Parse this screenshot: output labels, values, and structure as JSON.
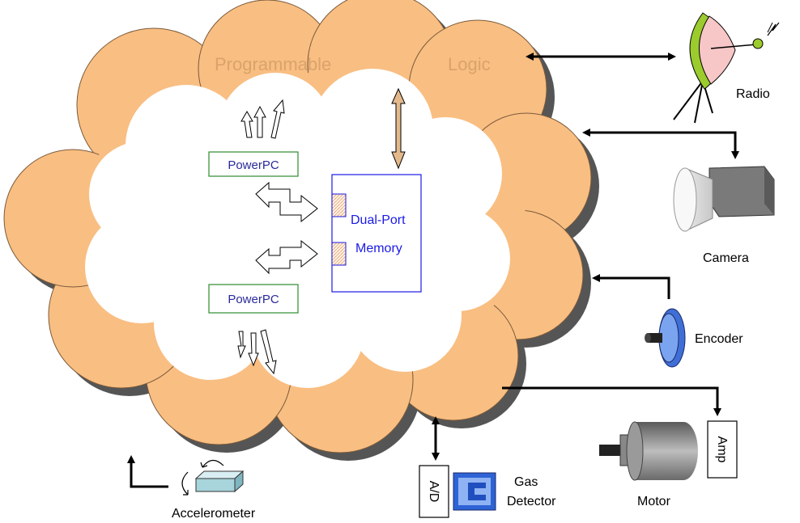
{
  "cloud": {
    "label_left": "Programmable",
    "label_right": "Logic",
    "fill": "#F9BE82",
    "label_color": "#D9A36B"
  },
  "blocks": {
    "powerpc_top": "PowerPC",
    "powerpc_bottom": "PowerPC",
    "memory_line1": "Dual-Port",
    "memory_line2": "Memory",
    "powerpc_color": "#2E8B2E",
    "memory_color": "#1A1AE6"
  },
  "peripherals": {
    "radio": "Radio",
    "camera": "Camera",
    "encoder": "Encoder",
    "amp": "Amp",
    "motor": "Motor",
    "ad": "A/D",
    "gas_line1": "Gas",
    "gas_line2": "Detector",
    "accelerometer": "Accelerometer"
  }
}
